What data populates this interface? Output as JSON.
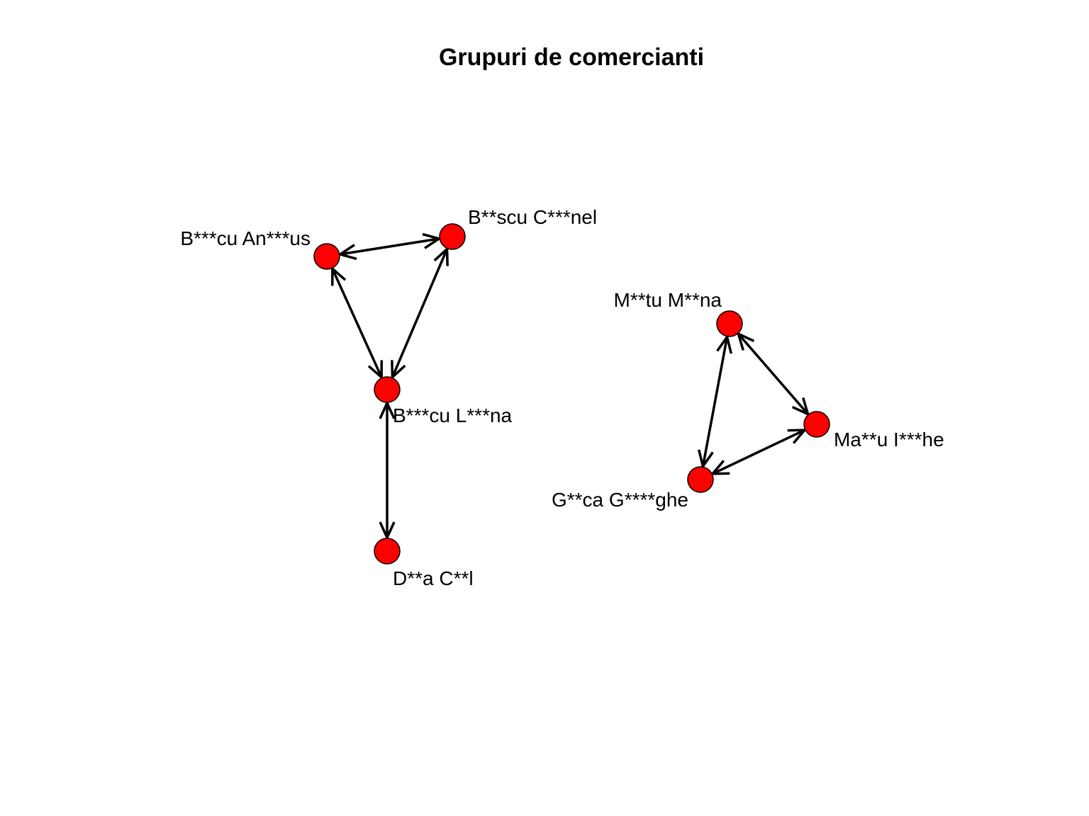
{
  "title": "Grupuri de comercianti",
  "colors": {
    "node_fill": "#ff0000",
    "node_stroke": "#000000",
    "edge": "#000000",
    "background": "#ffffff"
  },
  "nodes": [
    {
      "id": "n1",
      "label": "B***cu An***us"
    },
    {
      "id": "n2",
      "label": "B**scu C***nel"
    },
    {
      "id": "n3",
      "label": "B***cu L***na"
    },
    {
      "id": "n4",
      "label": "D**a C**l"
    },
    {
      "id": "n5",
      "label": "M**tu M**na"
    },
    {
      "id": "n6",
      "label": "Ma**u I***he"
    },
    {
      "id": "n7",
      "label": "G**ca G****ghe"
    }
  ],
  "edges": [
    {
      "from": "n1",
      "to": "n2",
      "direction": "both"
    },
    {
      "from": "n1",
      "to": "n3",
      "direction": "both"
    },
    {
      "from": "n2",
      "to": "n3",
      "direction": "both"
    },
    {
      "from": "n3",
      "to": "n4",
      "direction": "both"
    },
    {
      "from": "n5",
      "to": "n6",
      "direction": "both"
    },
    {
      "from": "n5",
      "to": "n7",
      "direction": "both"
    },
    {
      "from": "n6",
      "to": "n7",
      "direction": "both"
    }
  ]
}
